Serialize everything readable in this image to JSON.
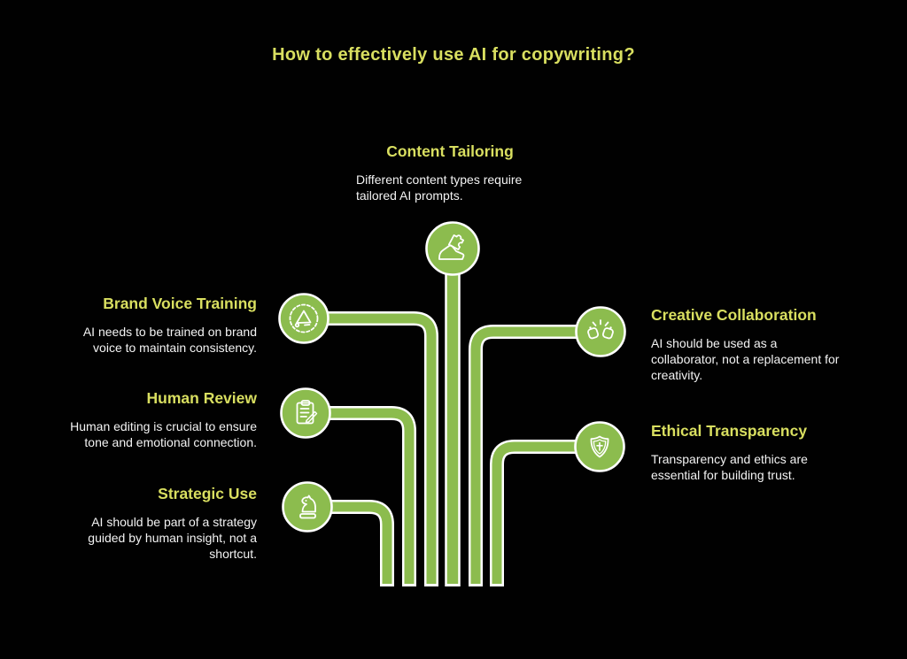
{
  "title": "How to effectively use AI for copywriting?",
  "colors": {
    "background": "#010101",
    "accent_green": "#8cbc4e",
    "heading_yellow": "#d9df60",
    "body_text": "#f3f3f3",
    "line_outline": "#ffffff"
  },
  "nodes": [
    {
      "id": "content-tailoring",
      "heading": "Content Tailoring",
      "body": "Different content types require\ntailored AI prompts.",
      "icon": "hand-puzzle-icon",
      "position": "top-center"
    },
    {
      "id": "brand-voice-training",
      "heading": "Brand Voice Training",
      "body": "AI needs to be trained on brand\nvoice to maintain consistency.",
      "icon": "megaphone-icon",
      "position": "left-1"
    },
    {
      "id": "human-review",
      "heading": "Human Review",
      "body": "Human editing is crucial to ensure\ntone and emotional connection.",
      "icon": "clipboard-pencil-icon",
      "position": "left-2"
    },
    {
      "id": "strategic-use",
      "heading": "Strategic Use",
      "body": "AI should be part of a strategy\nguided by human insight, not a\nshortcut.",
      "icon": "chess-knight-icon",
      "position": "left-3"
    },
    {
      "id": "creative-collaboration",
      "heading": "Creative Collaboration",
      "body": "AI should be used as a\ncollaborator, not a replacement for\ncreativity.",
      "icon": "fist-bump-icon",
      "position": "right-1"
    },
    {
      "id": "ethical-transparency",
      "heading": "Ethical Transparency",
      "body": "Transparency and ethics are\nessential for building trust.",
      "icon": "shield-cross-icon",
      "position": "right-2"
    }
  ]
}
